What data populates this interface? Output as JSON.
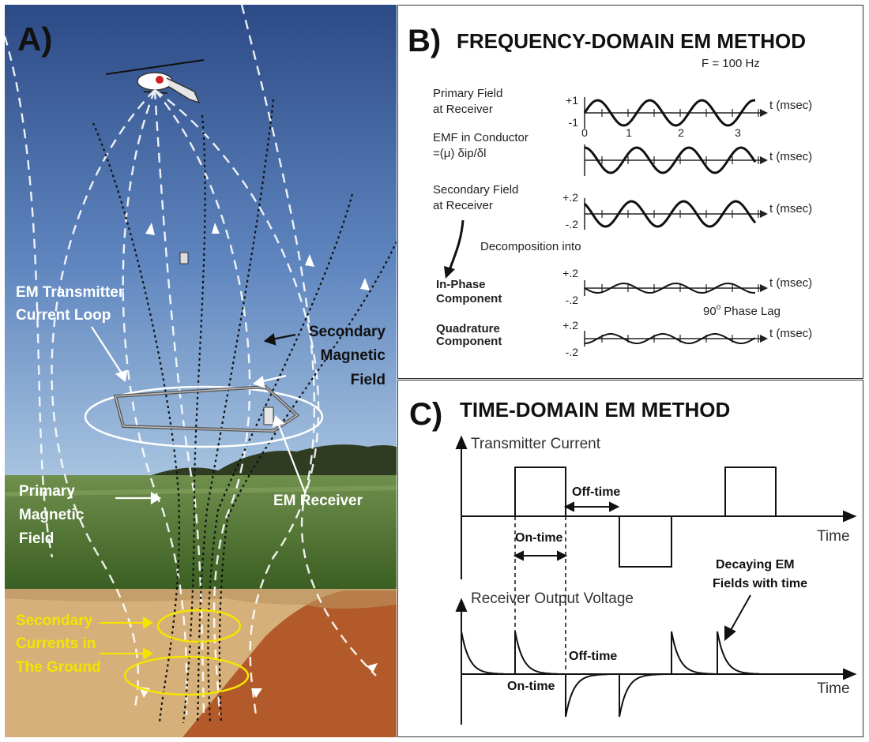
{
  "panel_a": {
    "letter": "A)",
    "transmitter_label": [
      "EM Transmitter",
      "Current Loop"
    ],
    "secondary_field_label": [
      "Secondary",
      "Magnetic",
      "Field"
    ],
    "primary_field_label": [
      "Primary",
      "Magnetic",
      "Field"
    ],
    "receiver_label": "EM Receiver",
    "currents_label": [
      "Secondary",
      "Currents in",
      "The Ground"
    ],
    "colors": {
      "sky_top": "#2c4a86",
      "sky_bottom": "#8fb2d8",
      "field": "#3f6a2a",
      "soil_light": "#d6b07a",
      "soil_dark": "#b35a2a",
      "currents": "#f5e400"
    }
  },
  "panel_b": {
    "letter": "B)",
    "title": "FREQUENCY-DOMAIN EM METHOD",
    "frequency": "F = 100 Hz",
    "rows": [
      {
        "label": [
          "Primary Field",
          "at Receiver"
        ],
        "ticks": [
          "+1",
          "-1"
        ],
        "axis": "t (msec)"
      },
      {
        "label": [
          "EMF in Conductor",
          "=(μ) δip/δl"
        ],
        "ticks": [],
        "axis": "t (msec)"
      },
      {
        "label": [
          "Secondary Field",
          "at Receiver"
        ],
        "ticks": [
          "+.2",
          "-.2"
        ],
        "axis": "t (msec)"
      },
      {
        "label": [
          "In-Phase",
          "Component"
        ],
        "ticks": [
          "+.2",
          "-.2"
        ],
        "axis": "t (msec)"
      },
      {
        "label": [
          "Quadrature",
          "Component"
        ],
        "ticks": [
          "+.2",
          "-.2"
        ],
        "axis": "t (msec)"
      }
    ],
    "time_ticks": [
      "0",
      "1",
      "2",
      "3"
    ],
    "decomposition": "Decomposition into",
    "phase_lag": "90",
    "phase_lag_suffix": "Phase Lag",
    "phase_lag_degree": "o"
  },
  "panel_c": {
    "letter": "C)",
    "title": "TIME-DOMAIN EM METHOD",
    "transmitter_current": "Transmitter Current",
    "receiver_voltage": "Receiver Output Voltage",
    "time_label": "Time",
    "off_time": "Off-time",
    "on_time": "On-time",
    "decaying_label": [
      "Decaying EM",
      "Fields with time"
    ]
  }
}
